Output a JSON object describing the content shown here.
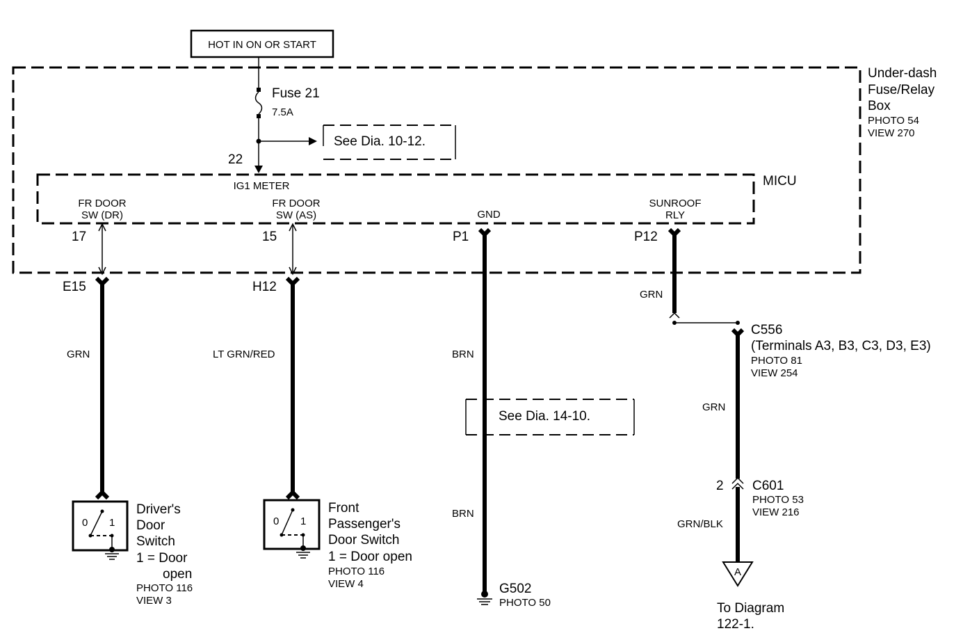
{
  "source_label": "HOT IN ON OR START",
  "fuse_box": {
    "title_line1": "Under-dash",
    "title_line2": "Fuse/Relay",
    "title_line3": "Box",
    "photo": "PHOTO 54",
    "view": "VIEW 270"
  },
  "fuse": {
    "name": "Fuse 21",
    "rating": "7.5A"
  },
  "see_dia_top": "See Dia. 10-12.",
  "see_dia_mid": "See Dia. 14-10.",
  "micu": {
    "name": "MICU",
    "input_pin": "22",
    "input_label": "IG1 METER",
    "pins": [
      {
        "label1": "FR DOOR",
        "label2": "SW (DR)",
        "number": "17"
      },
      {
        "label1": "FR DOOR",
        "label2": "SW (AS)",
        "number": "15"
      },
      {
        "label1": "",
        "label2": "GND",
        "number": "P1"
      },
      {
        "label1": "SUNROOF",
        "label2": "RLY",
        "number": "P12"
      }
    ]
  },
  "connectors": {
    "e15": "E15",
    "h12": "H12",
    "c556": {
      "name": "C556",
      "terminals": "(Terminals A3, B3, C3, D3, E3)",
      "photo": "PHOTO 81",
      "view": "VIEW 254"
    },
    "c601": {
      "pin": "2",
      "name": "C601",
      "photo": "PHOTO 53",
      "view": "VIEW 216"
    }
  },
  "wire_colors": {
    "w1": "GRN",
    "w2": "LT GRN/RED",
    "w3a": "BRN",
    "w3b": "BRN",
    "w4a": "GRN",
    "w4b": "GRN",
    "w4c": "GRN/BLK"
  },
  "switches": {
    "driver": {
      "off": "0",
      "on": "1",
      "line1": "Driver's",
      "line2": "Door",
      "line3": "Switch",
      "line4": "1 = Door",
      "line5": "open",
      "photo": "PHOTO 116",
      "view": "VIEW 3"
    },
    "passenger": {
      "off": "0",
      "on": "1",
      "line1": "Front",
      "line2": "Passenger's",
      "line3": "Door Switch",
      "line4": "1 = Door open",
      "photo": "PHOTO 116",
      "view": "VIEW 4"
    }
  },
  "ground": {
    "name": "G502",
    "photo": "PHOTO 50"
  },
  "offpage": {
    "letter": "A",
    "line1": "To Diagram",
    "line2": "122-1."
  }
}
